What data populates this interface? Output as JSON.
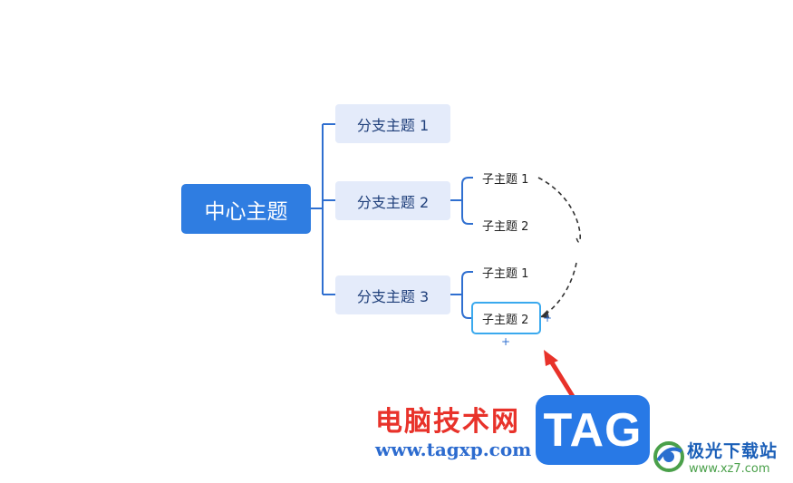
{
  "mindmap": {
    "central": "中心主题",
    "branches": [
      {
        "label": "分支主题 1"
      },
      {
        "label": "分支主题 2"
      },
      {
        "label": "分支主题 3"
      }
    ],
    "subtopics": [
      {
        "label": "子主题 1"
      },
      {
        "label": "子主题 2"
      },
      {
        "label": "子主题 1"
      },
      {
        "label": "子主题 2"
      }
    ],
    "add_button": "+",
    "colors": {
      "central": "#2f7de1",
      "branch_bg": "#e4ebfa",
      "connector": "#2f6fd0",
      "selected_border": "#3aa9ee",
      "relation_line": "#333333"
    }
  },
  "watermark": {
    "cn_text": "电脑技术网",
    "url": "www.tagxp.com",
    "tag_logo": "TAG",
    "site_name": "极光下载站",
    "site_url": "www.xz7.com",
    "arrow_color": "#e8322a"
  }
}
